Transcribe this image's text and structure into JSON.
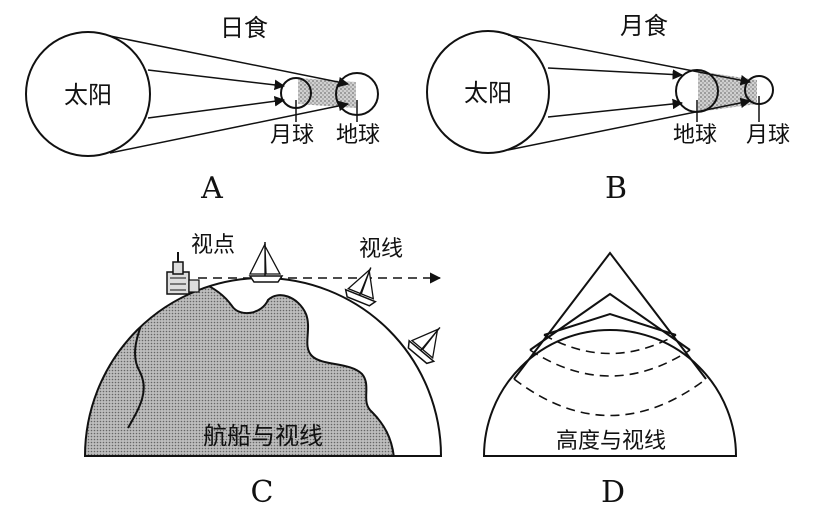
{
  "panels": [
    {
      "id": "A",
      "letter": "A",
      "title": "日食",
      "sun_label": "太阳",
      "body1_label": "月球",
      "body2_label": "地球"
    },
    {
      "id": "B",
      "letter": "B",
      "title": "月食",
      "sun_label": "太阳",
      "body1_label": "地球",
      "body2_label": "月球"
    },
    {
      "id": "C",
      "letter": "C",
      "viewpoint_label": "视点",
      "sightline_label": "视线",
      "caption": "航船与视线"
    },
    {
      "id": "D",
      "letter": "D",
      "caption": "高度与视线"
    }
  ],
  "colors": {
    "ink": "#111111",
    "land_fill": "#c8c8c8",
    "background": "#ffffff"
  }
}
